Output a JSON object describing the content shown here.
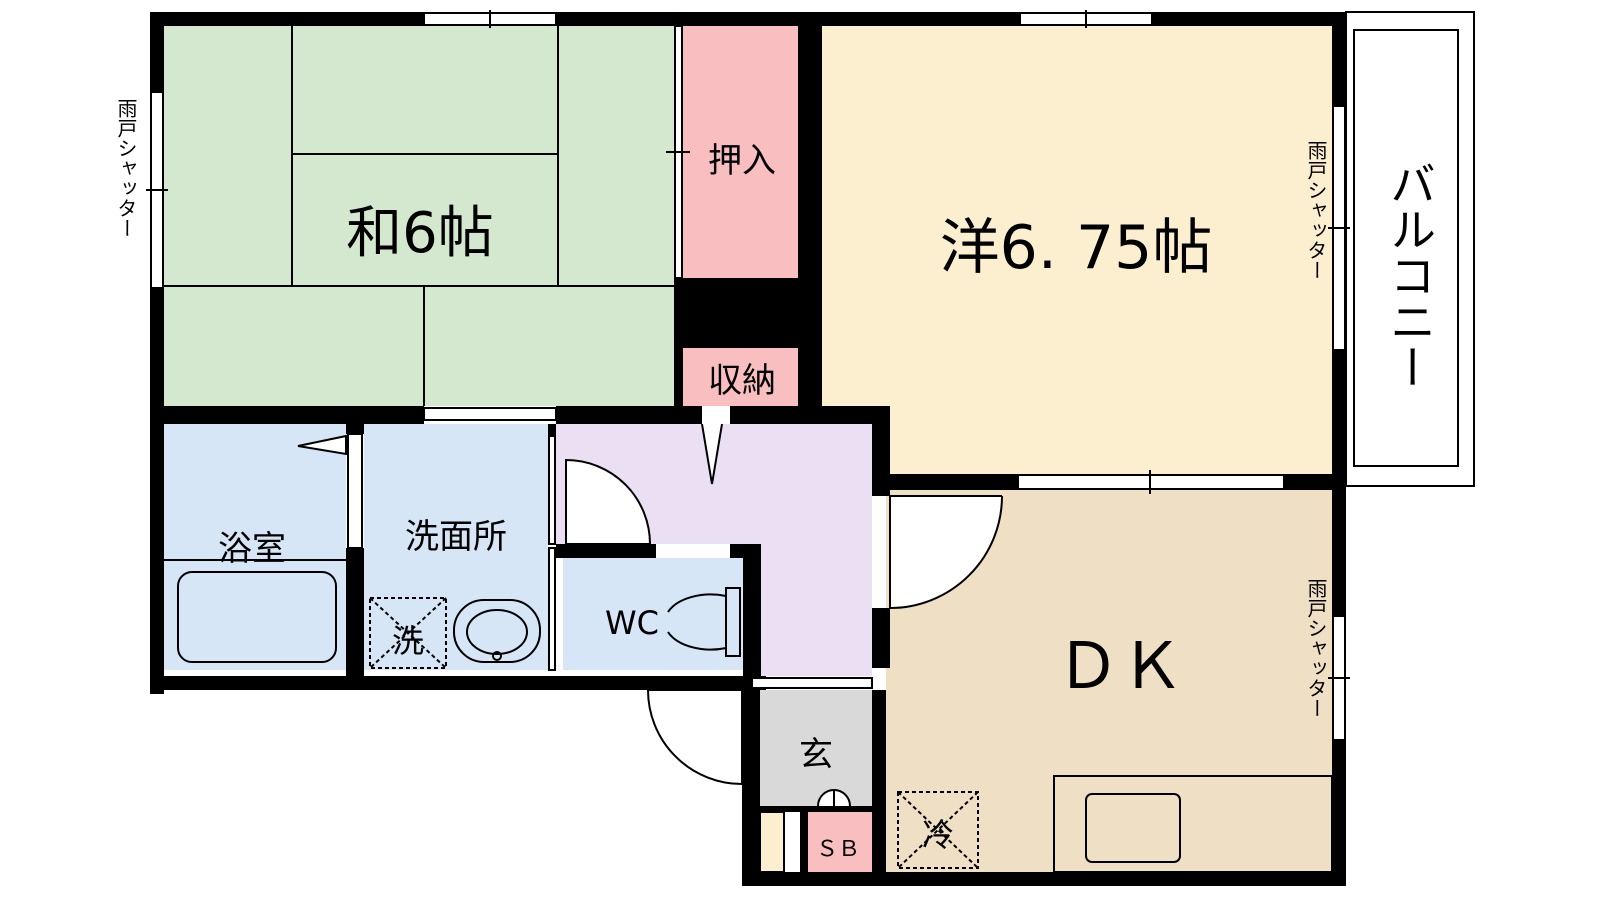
{
  "rooms": {
    "washitsu": "和6帖",
    "oshiire": "押入",
    "shuno": "収納",
    "youshitsu": "洋6. 75帖",
    "balcony": "バルコニー",
    "bath": "浴室",
    "senmenjo": "洗面所",
    "washer": "洗",
    "wc": "WC",
    "dk": "ＤＫ",
    "genkan": "玄",
    "shoebox": "ＳＢ",
    "fridge": "冷"
  },
  "shutter_label": "雨戸シャッター",
  "colors": {
    "washitsu": "#d3e8cf",
    "oshiire": "#f9bfc0",
    "youshitsu": "#fcefcf",
    "bath": "#d6e6f7",
    "hall": "#ebdff3",
    "dk": "#efdfc5",
    "genkan": "#d9d9d9",
    "wall": "#000000"
  }
}
